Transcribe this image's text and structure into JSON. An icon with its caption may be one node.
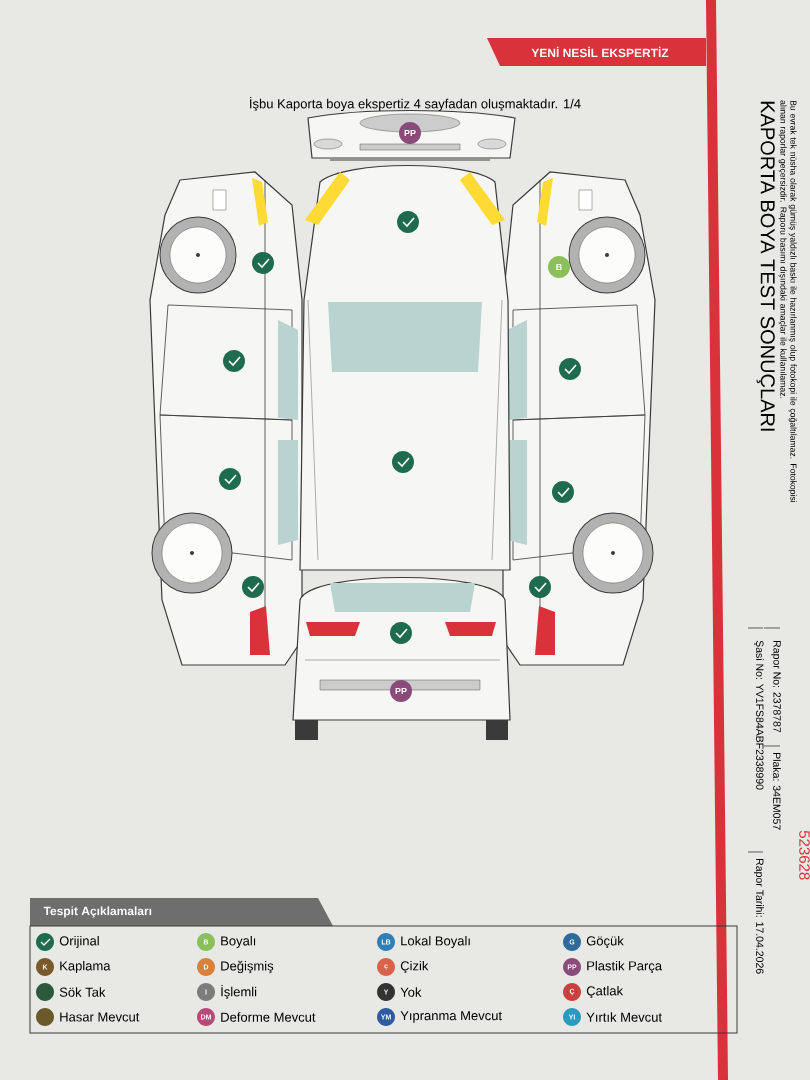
{
  "diagram": {
    "title": "KAPORTA BOYA TEST SONUÇLARI",
    "labels": [
      "YENİ NESİL EKSPERTİZ",
      "İşbu Kaporta boya ekspertiz 4 sayfadan oluşmaktadır. 1/4",
      "PP",
      "B",
      "PP",
      "Bu evrak tek nüsha olarak gümüş yaldızlı baskı ile hazırlanmış olup fotokopi ile çoğaltılamaz. Fotokopisi alınan raporlar geçersizdir. Raporu basımı dışındaki amaçlar ile kullanılamaz.",
      "Rapor No: 2378787",
      "Plaka: 34EM057",
      "Şasi No: YV1FS84ABF2338990",
      "Rapor Tarihi: 17.04.2026",
      "523628",
      "Tespit Açıklamaları",
      "B",
      "LB",
      "G",
      "K",
      "D",
      "ç",
      "PP",
      "I",
      "Y",
      "Ç",
      "DM",
      "YM",
      "YI"
    ],
    "legend": [
      {
        "text": "Orijinal",
        "color": "#1e6b4f"
      },
      {
        "text": "Boyalı",
        "color": "#8bbf5a"
      },
      {
        "text": "Lokal Boyalı",
        "color": "#2f7fb5"
      },
      {
        "text": "Göçük",
        "color": "#2f6a9a"
      },
      {
        "text": "Kaplama",
        "color": "#7a5a2a"
      },
      {
        "text": "Değişmiş",
        "color": "#d9803a"
      },
      {
        "text": "Çizik",
        "color": "#d9634a"
      },
      {
        "text": "Plastik Parça",
        "color": "#8a4a7a"
      },
      {
        "text": "Sök Tak",
        "color": "#2a5a3a"
      },
      {
        "text": "İşlemli",
        "color": "#7c7c7c"
      },
      {
        "text": "Yok",
        "color": "#333333"
      },
      {
        "text": "Çatlak",
        "color": "#c84040"
      },
      {
        "text": "Hasar Mevcut",
        "color": "#6a5a2a"
      },
      {
        "text": "Deforme Mevcut",
        "color": "#b84a7a"
      },
      {
        "text": "Yıpranma Mevcut",
        "color": "#2f5aa0"
      },
      {
        "text": "Yırtık Mevcut",
        "color": "#2a9ac0"
      }
    ]
  }
}
